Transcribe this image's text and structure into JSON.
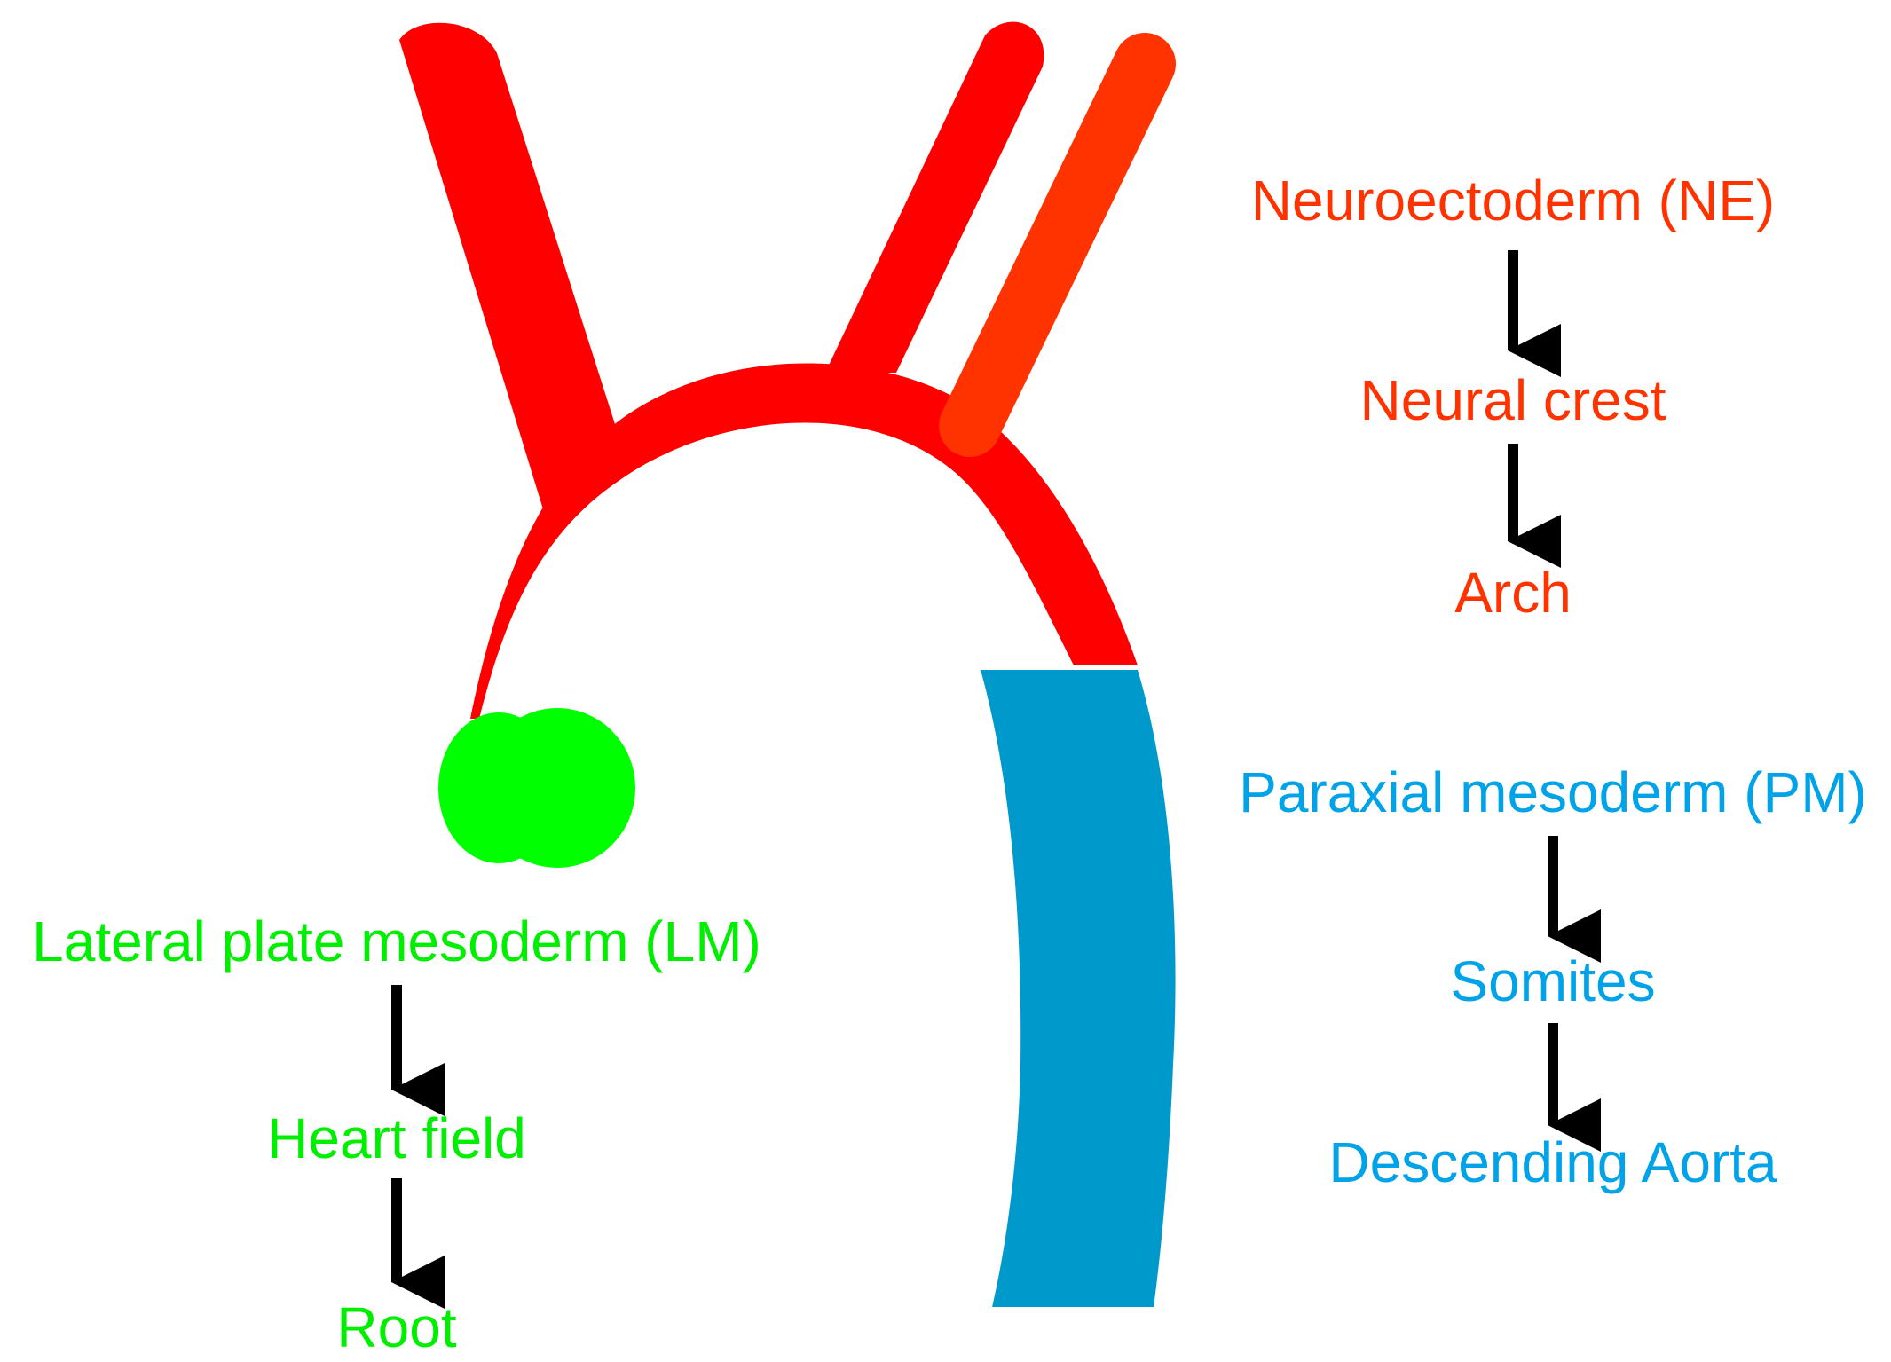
{
  "colors": {
    "arch_red": "#ff0000",
    "neural_crest_orange": "#ff3300",
    "descending_blue": "#0099cc",
    "root_green": "#00ff00",
    "ne_text": "#ff3300",
    "pm_text": "#00a2e8",
    "lm_text": "#00ee00",
    "arrow": "#000000"
  },
  "lineages": {
    "neuroectoderm": {
      "origin": "Neuroectoderm (NE)",
      "intermediate": "Neural crest",
      "target": "Arch"
    },
    "paraxial": {
      "origin": "Paraxial mesoderm (PM)",
      "intermediate": "Somites",
      "target": "Descending Aorta"
    },
    "lateral": {
      "origin": "Lateral plate mesoderm (LM)",
      "intermediate": "Heart field",
      "target": "Root"
    }
  }
}
